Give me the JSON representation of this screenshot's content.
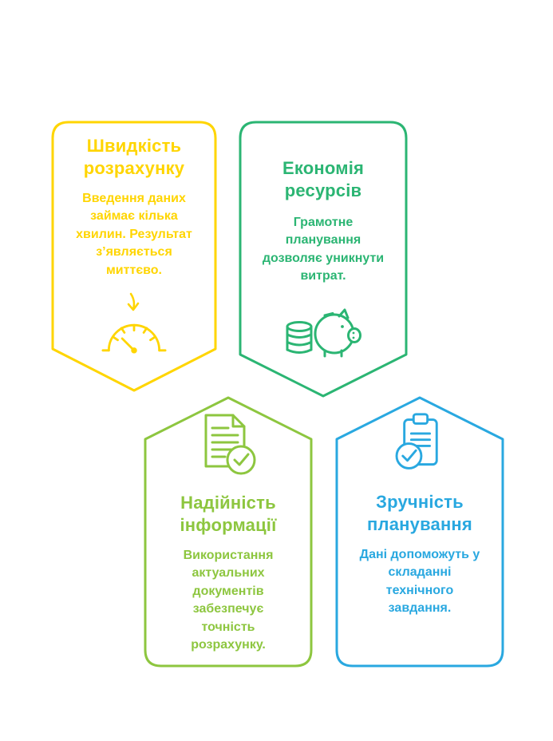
{
  "colors": {
    "yellow": "#FFD500",
    "green": "#2BB573",
    "lime": "#8DC63F",
    "blue": "#29A8E0",
    "background": "#FFFFFF"
  },
  "cards": {
    "speed": {
      "title": "Швидкість\nрозрахунку",
      "body": "Введення даних\nзаймає кілька\nхвилин. Результат\nз’являється\nмиттєво.",
      "icons": [
        "arrow-down-icon",
        "speedometer-icon"
      ]
    },
    "economy": {
      "title": "Економія\nресурсів",
      "body": "Грамотне\nпланування\nдозволяє уникнути\nвитрат.",
      "icons": [
        "piggy-bank-coins-icon"
      ]
    },
    "reliability": {
      "title": "Надійність\nінформації",
      "body": "Використання\nактуальних\nдокументів\nзабезпечує\nточність\nрозрахунку.",
      "icons": [
        "document-check-icon"
      ]
    },
    "convenience": {
      "title": "Зручність\nпланування",
      "body": "Дані допоможуть у\nскладанні\nтехнічного\nзавдання.",
      "icons": [
        "clipboard-check-icon"
      ]
    }
  }
}
